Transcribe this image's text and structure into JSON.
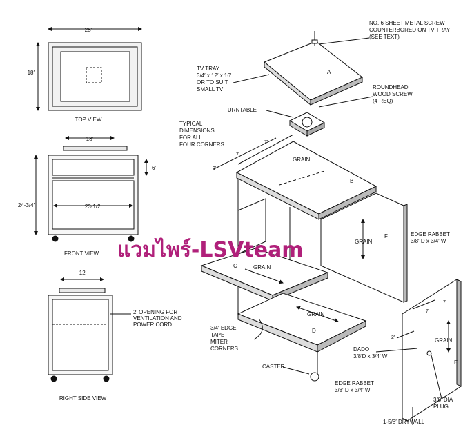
{
  "views": {
    "top": {
      "label": "TOP VIEW",
      "width": "25′",
      "depth": "18′"
    },
    "front": {
      "label": "FRONT VIEW",
      "top_width": "18′",
      "height": "24-3/4′",
      "inner_width": "23-1/2′",
      "drawer": "6′"
    },
    "side": {
      "label": "RIGHT SIDE VIEW",
      "top_width": "12′",
      "opening_note": [
        "2′ OPENING FOR",
        "VENTILATION AND",
        "POWER CORD"
      ]
    }
  },
  "callouts": {
    "screw": [
      "NO. 6 SHEET METAL SCREW",
      "COUNTERBORED ON TV TRAY",
      "(SEE TEXT)"
    ],
    "tv_tray": [
      "TV TRAY",
      "3/4′ x 12′ x 16′",
      "OR TO SUIT",
      "SMALL TV"
    ],
    "roundhead": [
      "ROUNDHEAD",
      "WOOD SCREW",
      "(4 REQ)"
    ],
    "turntable": "TURNTABLE",
    "dimensions": [
      "TYPICAL",
      "DIMENSIONS",
      "FOR ALL",
      "FOUR CORNERS"
    ],
    "edge_rabbet_top": [
      "EDGE RABBET",
      "3/8′ D x 3/4′ W"
    ],
    "edge_tape": [
      "3/4′ EDGE",
      "TAPE",
      "MITER",
      "CORNERS"
    ],
    "caster": "CASTER",
    "edge_rabbet_bottom": [
      "EDGE RABBET",
      "3/8′ D x 3/4′ W"
    ],
    "dado": [
      "DADO",
      "3/8′D x 3/4′ W"
    ],
    "plug": [
      "3/8′ DIA",
      "PLUG"
    ],
    "drywall": "1-5/8′ DRYWALL"
  },
  "dims": {
    "d7a": "7′",
    "d7b": "7′",
    "d2a": "2′",
    "d2b": "2′",
    "d7c": "7′",
    "d7d": "7′"
  },
  "parts": {
    "a": "A",
    "b": "B",
    "c": "C",
    "d": "D",
    "e": "E",
    "f": "F"
  },
  "grain": "GRAIN",
  "watermark": "แวมไพร์-LSVteam"
}
